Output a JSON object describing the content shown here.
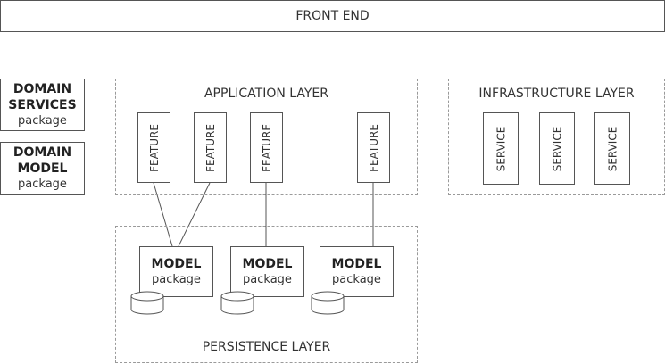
{
  "front_end": {
    "label": "FRONT END"
  },
  "domain_services": {
    "title_line1": "DOMAIN",
    "title_line2": "SERVICES",
    "sub": "package"
  },
  "domain_model": {
    "title_line1": "DOMAIN",
    "title_line2": "MODEL",
    "sub": "package"
  },
  "application_layer": {
    "title": "APPLICATION LAYER",
    "features": [
      "FEATURE",
      "FEATURE",
      "FEATURE",
      "FEATURE"
    ]
  },
  "infrastructure_layer": {
    "title": "INFRASTRUCTURE LAYER",
    "services": [
      "SERVICE",
      "SERVICE",
      "SERVICE"
    ]
  },
  "persistence_layer": {
    "title": "PERSISTENCE LAYER",
    "models": [
      {
        "title": "MODEL",
        "sub": "package"
      },
      {
        "title": "MODEL",
        "sub": "package"
      },
      {
        "title": "MODEL",
        "sub": "package"
      }
    ]
  }
}
